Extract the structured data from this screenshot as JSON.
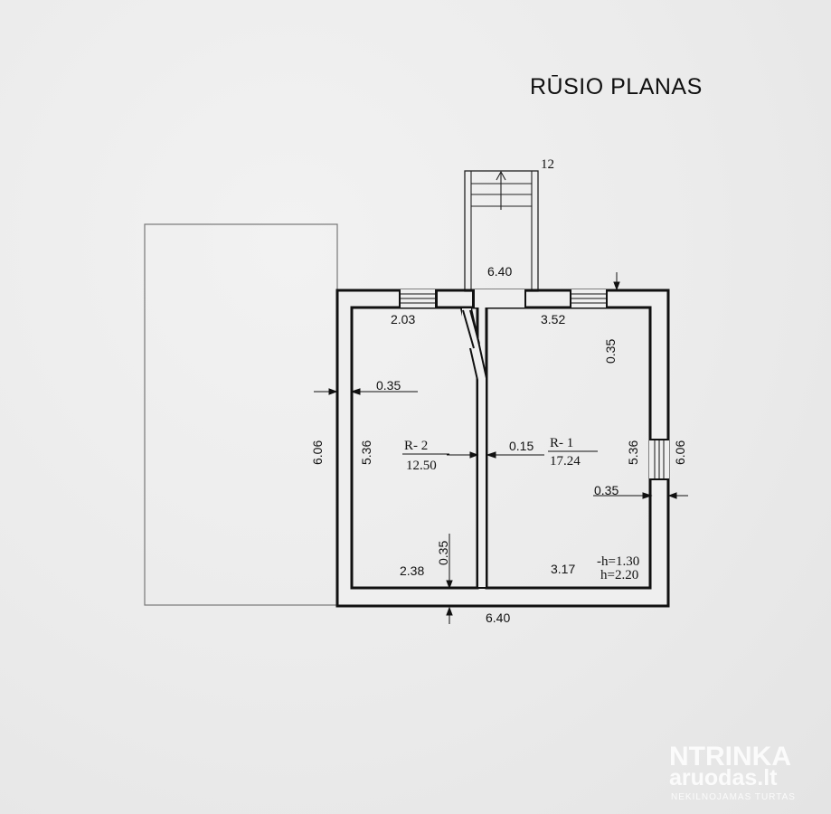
{
  "title": "RŪSIO PLANAS",
  "stair_count": "12",
  "rooms": [
    {
      "code": "R- 2",
      "area": "12.50"
    },
    {
      "code": "R- 1",
      "area": "17.24"
    }
  ],
  "dimensions": {
    "top_overall": "6.40",
    "bottom_overall": "6.40",
    "left_outer_height": "6.06",
    "right_outer_height": "6.06",
    "r2_top_width": "2.03",
    "r1_top_width": "3.52",
    "r2_inner_height": "5.36",
    "r1_inner_height": "5.36",
    "left_wall_thickness": "0.35",
    "top_wall_thickness": "0.35",
    "partition_thickness": "0.15",
    "right_wall_thickness": "0.35",
    "bottom_wall_thickness": "0.35",
    "r2_bottom_width": "2.38",
    "r1_bottom_width": "3.17"
  },
  "heights": {
    "below_ground": "-h=1.30",
    "room_height": "h=2.20"
  },
  "watermark": {
    "logo": "NTRINKA",
    "site": "aruodas.lt",
    "tagline": "NEKILNOJAMAS TURTAS"
  }
}
